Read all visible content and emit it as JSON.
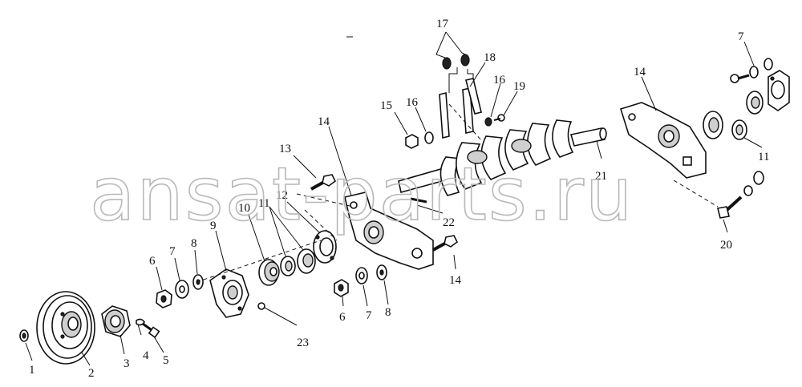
{
  "watermark": "ansat-parts.ru",
  "parts": [
    {
      "name": "callout-1",
      "label": "1"
    },
    {
      "name": "callout-2",
      "label": "2"
    },
    {
      "name": "callout-3",
      "label": "3"
    },
    {
      "name": "callout-4",
      "label": "4"
    },
    {
      "name": "callout-5",
      "label": "5"
    },
    {
      "name": "callout-6a",
      "label": "6"
    },
    {
      "name": "callout-7a",
      "label": "7"
    },
    {
      "name": "callout-8a",
      "label": "8"
    },
    {
      "name": "callout-9",
      "label": "9"
    },
    {
      "name": "callout-10",
      "label": "10"
    },
    {
      "name": "callout-11a",
      "label": "11"
    },
    {
      "name": "callout-12",
      "label": "12"
    },
    {
      "name": "callout-13",
      "label": "13"
    },
    {
      "name": "callout-14a",
      "label": "14"
    },
    {
      "name": "callout-14b",
      "label": "14"
    },
    {
      "name": "callout-6b",
      "label": "6"
    },
    {
      "name": "callout-7b",
      "label": "7"
    },
    {
      "name": "callout-8b",
      "label": "8"
    },
    {
      "name": "callout-23",
      "label": "23"
    },
    {
      "name": "callout-22",
      "label": "22"
    },
    {
      "name": "callout-15",
      "label": "15"
    },
    {
      "name": "callout-16a",
      "label": "16"
    },
    {
      "name": "callout-17",
      "label": "17"
    },
    {
      "name": "callout-18",
      "label": "18"
    },
    {
      "name": "callout-16b",
      "label": "16"
    },
    {
      "name": "callout-19",
      "label": "19"
    },
    {
      "name": "callout-21",
      "label": "21"
    },
    {
      "name": "callout-14c",
      "label": "14"
    },
    {
      "name": "callout-7c",
      "label": "7"
    },
    {
      "name": "callout-11b",
      "label": "11"
    },
    {
      "name": "callout-20",
      "label": "20"
    }
  ]
}
